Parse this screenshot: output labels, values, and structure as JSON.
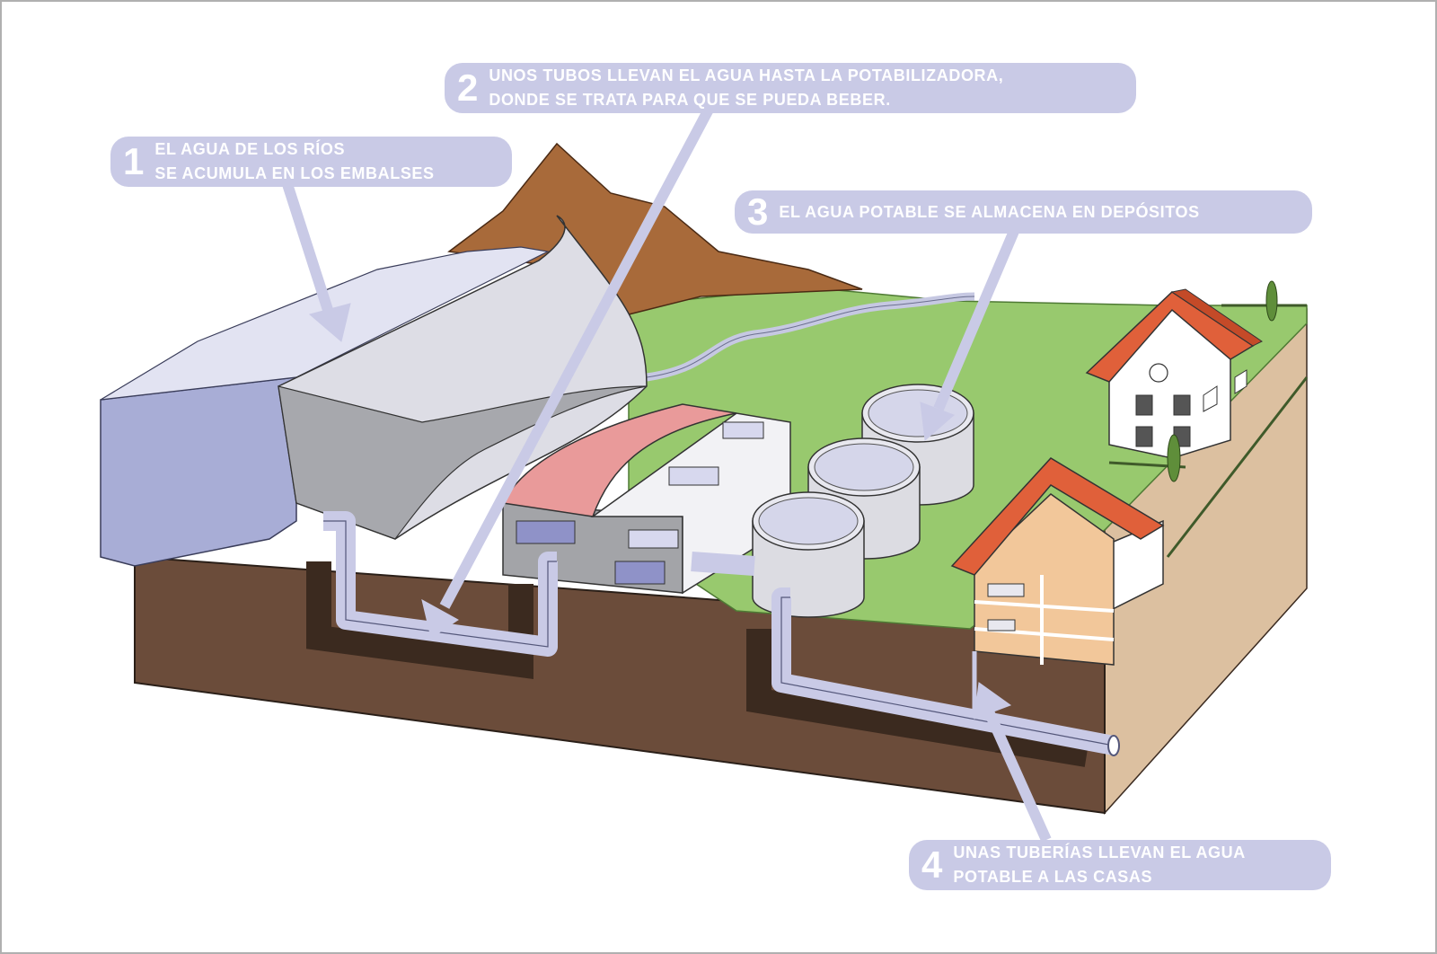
{
  "callouts": [
    {
      "number": "1",
      "text": "EL AGUA DE LOS RÍOS\nSE ACUMULA EN LOS EMBALSES"
    },
    {
      "number": "2",
      "text": "UNOS TUBOS LLEVAN EL AGUA HASTA LA POTABILIZADORA,\nDONDE SE TRATA PARA QUE SE PUEDA BEBER."
    },
    {
      "number": "3",
      "text": "EL AGUA POTABLE SE ALMACENA EN DEPÓSITOS"
    },
    {
      "number": "4",
      "text": "UNAS TUBERÍAS LLEVAN EL AGUA\nPOTABLE A LAS CASAS"
    }
  ],
  "colors": {
    "callout_bg": "#c9cae6",
    "callout_text": "#ffffff",
    "soil": "#6b4c3a",
    "grass": "#98c96e",
    "mountain": "#a86a3a",
    "reservoir_water": "#a8add6",
    "roof": "#e0603a",
    "plant_roof": "#e99a9a",
    "pipe": "#c9cae6"
  }
}
